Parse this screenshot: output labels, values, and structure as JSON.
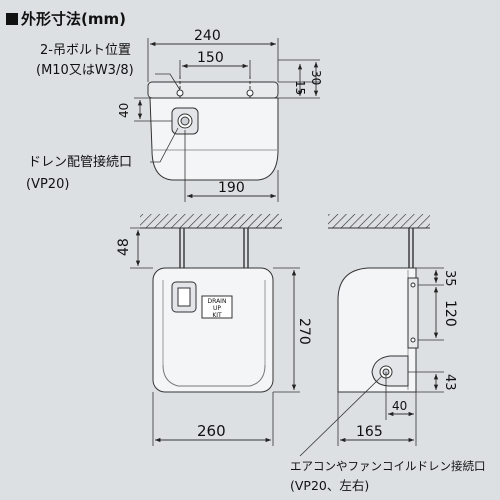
{
  "title": "外形寸法(mm)",
  "top_view": {
    "bolt_label": "2-吊ボルト位置",
    "bolt_spec": "(M10又はW3/8)",
    "dim_240": "240",
    "dim_150": "150",
    "dim_15": "15",
    "dim_30": "30",
    "dim_40": "40",
    "drain_label": "ドレン配管接続口",
    "drain_spec": "(VP20)",
    "dim_190": "190"
  },
  "front_view": {
    "dim_48": "48",
    "dim_270": "270",
    "dim_260": "260",
    "kit_line1": "DRAIN",
    "kit_line2": "UP",
    "kit_line3": "KIT"
  },
  "side_view": {
    "dim_35": "35",
    "dim_120": "120",
    "dim_43": "43",
    "dim_40": "40",
    "dim_165": "165"
  },
  "connection_label": "エアコンやファンコイルドレン接続口",
  "connection_spec": "(VP20、左右)"
}
